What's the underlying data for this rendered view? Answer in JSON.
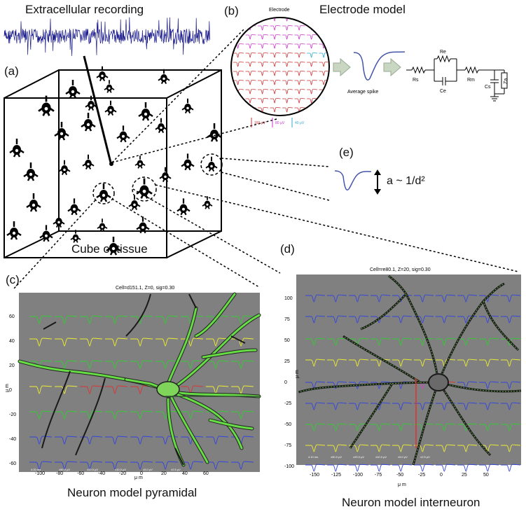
{
  "labels": {
    "extracellular": "Extracellular recording",
    "electrode_model": "Electrode model",
    "cube": "Cube of tissue",
    "pyramidal": "Neuron model pyramidal",
    "interneuron": "Neuron model interneuron",
    "a": "(a)",
    "b": "(b)",
    "c": "(c)",
    "d": "(d)",
    "e": "(e)"
  },
  "electrode_panel": {
    "title": "Electrode",
    "scale_labels": [
      "160 μV",
      "80 μV",
      "40 μV"
    ],
    "average_spike": "Average spike"
  },
  "circuit": {
    "components": [
      "Rs",
      "Re",
      "Ce",
      "Rm",
      "Cs",
      "Za"
    ]
  },
  "amplitude_law": "a ~ 1/d²",
  "panel_c": {
    "title": "Cell=d151.1, Z=0, sig=0.30",
    "ylabel": "μ m",
    "xlabel": "μ m",
    "xticks": [
      "-100",
      "-80",
      "-60",
      "-40",
      "-20",
      "0",
      "20",
      "40",
      "60"
    ],
    "yticks": [
      "60",
      "40",
      "20",
      "0",
      "-20",
      "-40",
      "-60"
    ],
    "scale_labels": [
      "4.00 ms",
      "±50.0 μV",
      "±20.0 μV",
      "±10.0 μV",
      "±5.0 μV",
      "±2.5 μV"
    ]
  },
  "panel_d": {
    "title": "Cell=re80.1, Z=20, sig=0.30",
    "ylabel": "μ m",
    "xlabel": "μ m",
    "xticks": [
      "-150",
      "-125",
      "-100",
      "-75",
      "-50",
      "-25",
      "0",
      "25",
      "50"
    ],
    "yticks": [
      "100",
      "75",
      "50",
      "25",
      "0",
      "-25",
      "-50",
      "-75",
      "-100"
    ],
    "scale_labels": [
      "4.10 ms",
      "±50.0 μV",
      "±20.0 μV",
      "±10.0 μV",
      "±5.0 μV",
      "±2.5 μV"
    ]
  },
  "colors": {
    "recording": "#1a1a8c",
    "plot_bg": "#808080",
    "dendrite_green": "#66dd44",
    "trace_blue": "#3344dd",
    "trace_green": "#33cc33",
    "trace_yellow": "#eeee33",
    "trace_red": "#dd3333",
    "trace_magenta": "#cc44cc",
    "trace_cyan": "#22aacc"
  }
}
